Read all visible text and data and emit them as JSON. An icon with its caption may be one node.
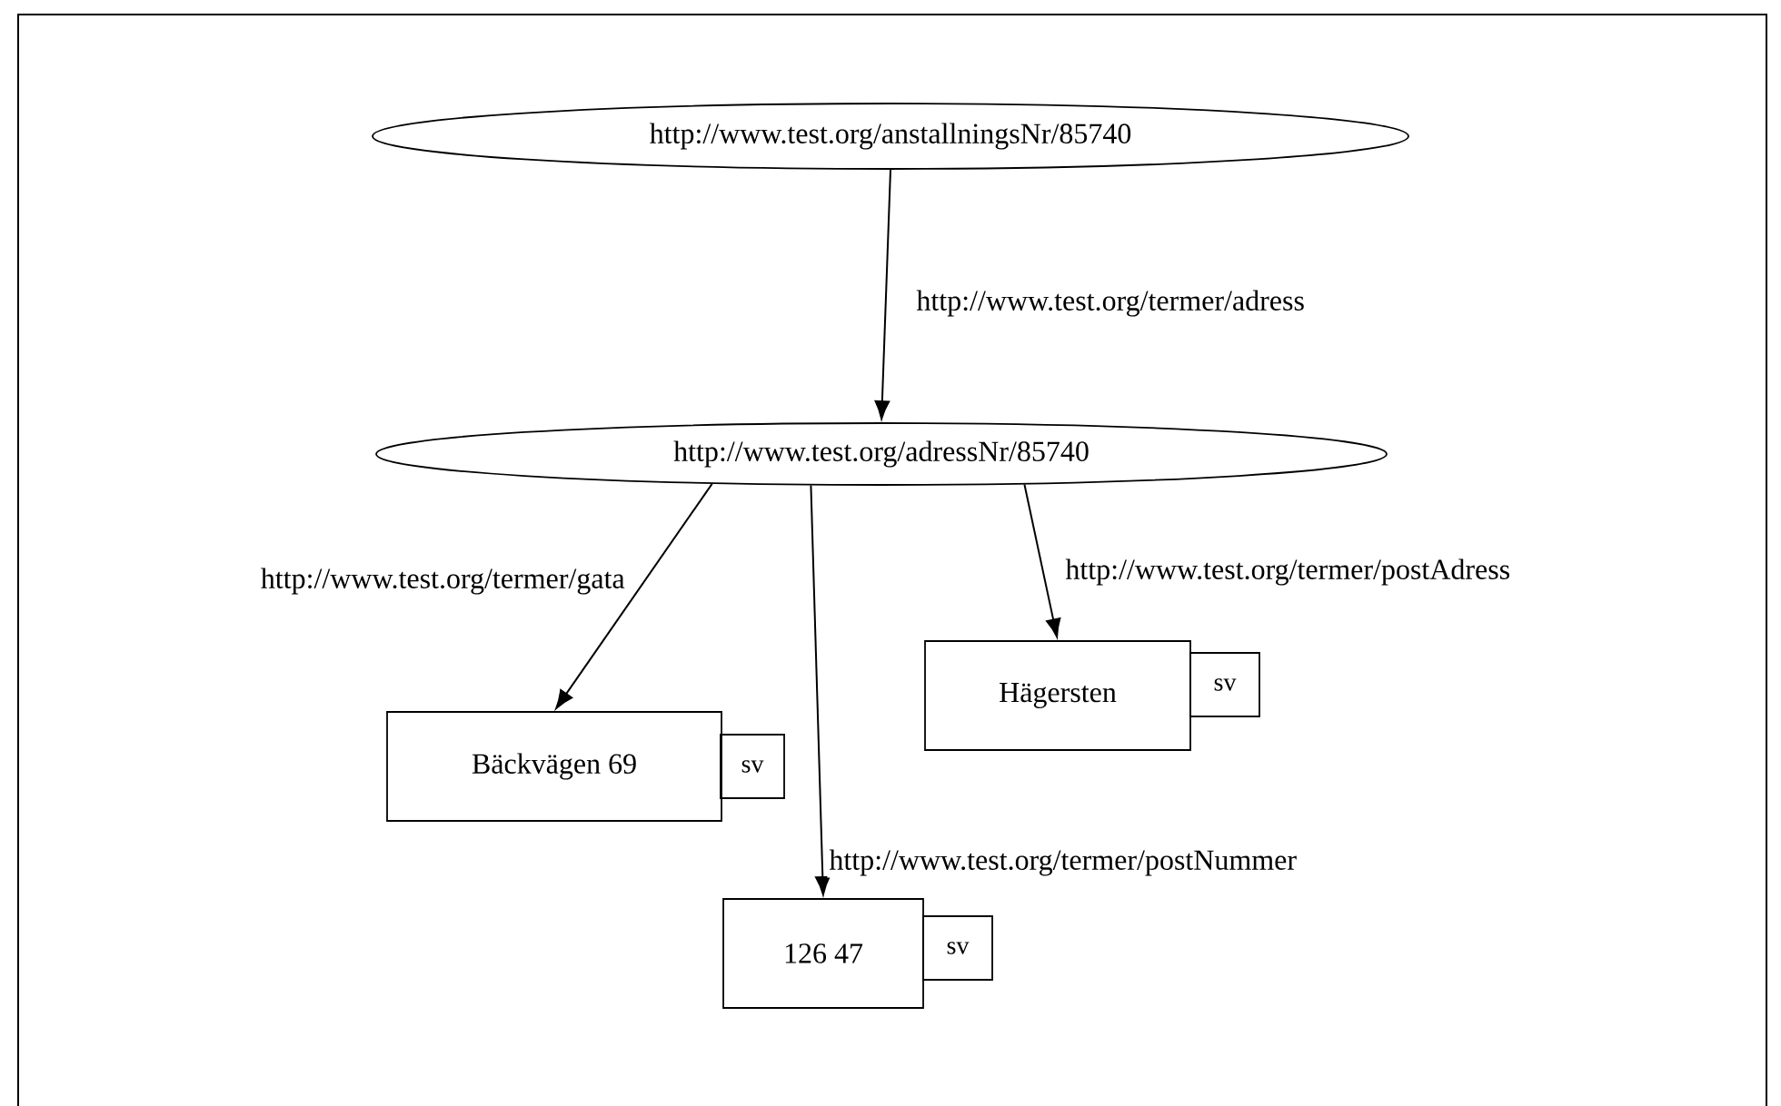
{
  "diagram": {
    "nodes": [
      {
        "text": [
          "http://www.test.org/anstallningsNr/85740"
        ]
      },
      {
        "text": [
          "http://www.test.org/adressNr/85740"
        ]
      },
      {
        "text": [
          "Hägersten"
        ]
      },
      {
        "text": [
          "sv"
        ]
      },
      {
        "text": [
          "Bäckvägen 69"
        ]
      },
      {
        "text": [
          "sv"
        ]
      },
      {
        "text": [
          "126 47"
        ]
      },
      {
        "text": [
          "sv"
        ]
      }
    ],
    "edges": [
      {
        "from": 0,
        "to": 1,
        "arrow": "to",
        "label": "http://www.test.org/termer/adress"
      },
      {
        "from": 1,
        "to": 4,
        "arrow": "to",
        "label": "http://www.test.org/termer/gata"
      },
      {
        "from": 1,
        "to": 2,
        "arrow": "to",
        "label": "http://www.test.org/termer/postAdress"
      },
      {
        "from": 1,
        "to": 6,
        "arrow": "to",
        "label": "http://www.test.org/termer/postNummer"
      }
    ]
  }
}
